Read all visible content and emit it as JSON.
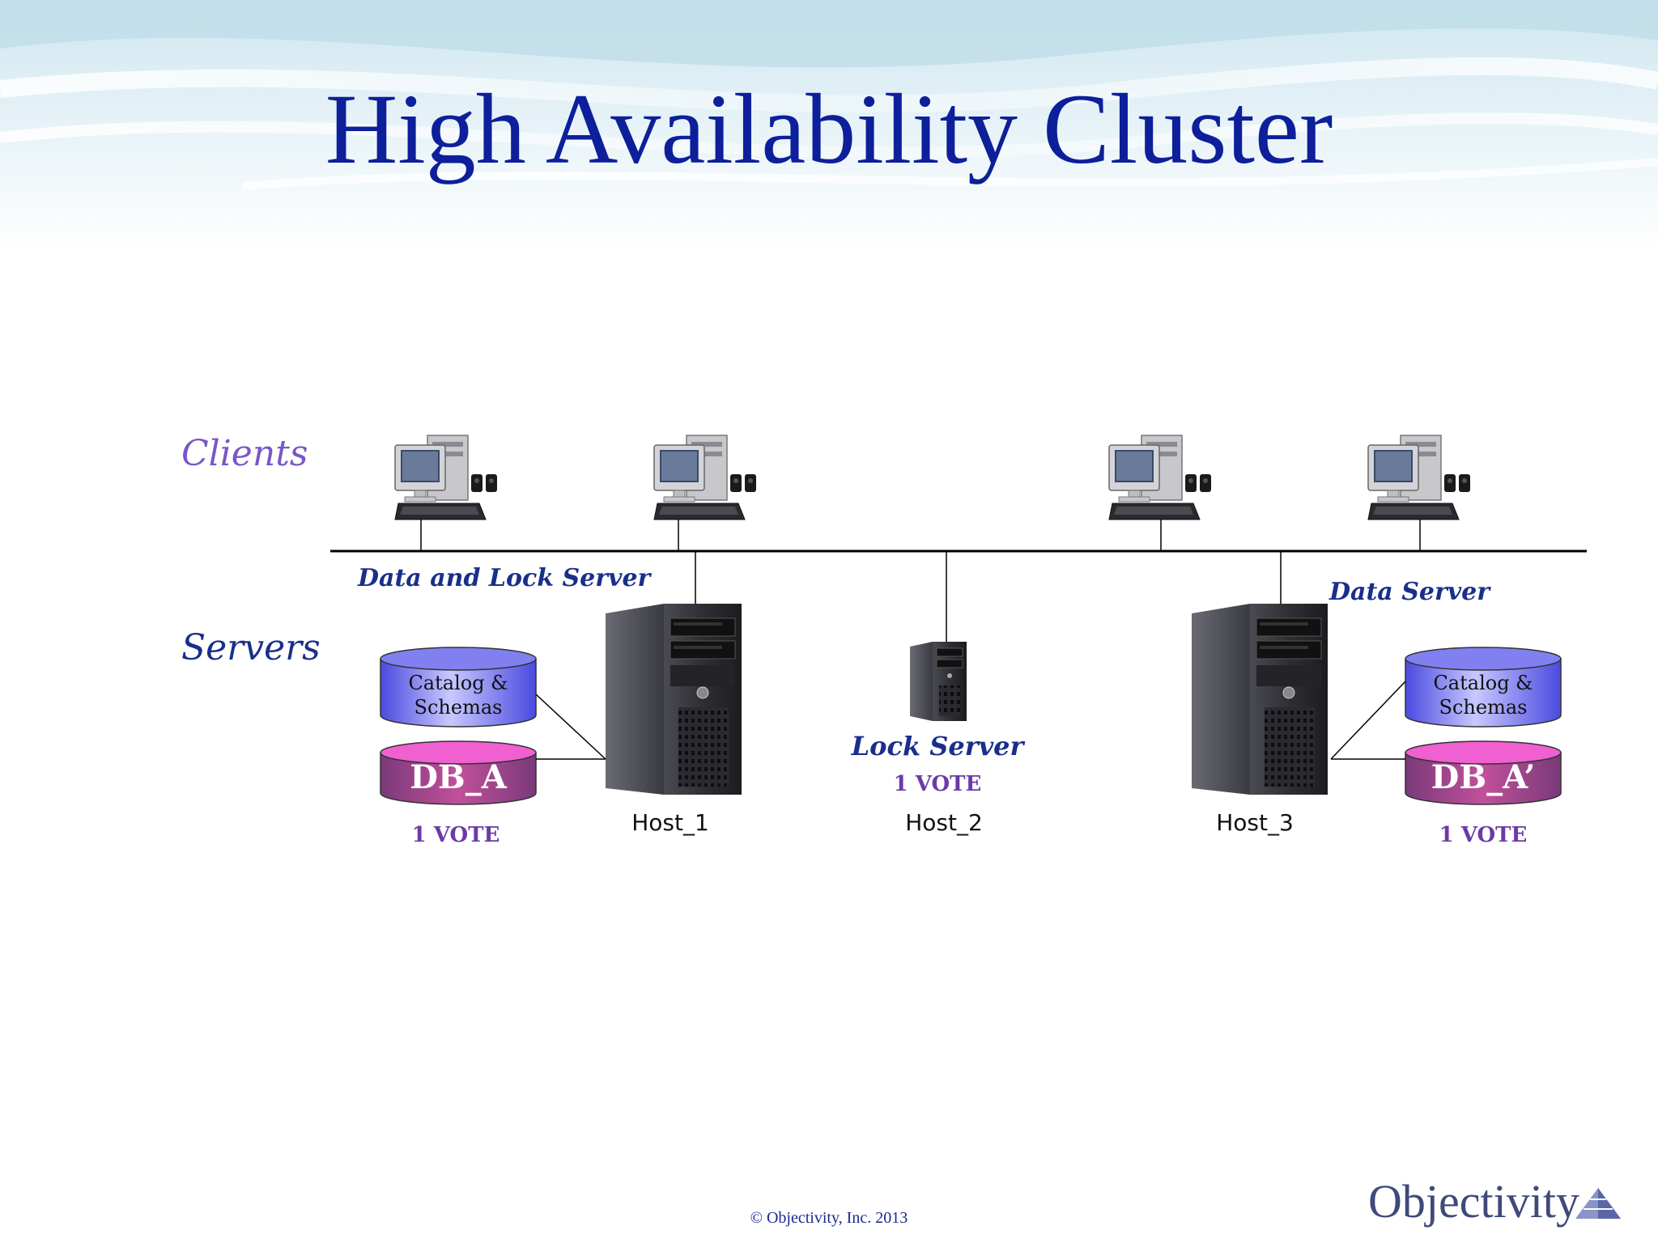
{
  "slide": {
    "title": "High Availability Cluster",
    "copyright": "© Objectivity, Inc. 2013"
  },
  "logo": {
    "text": "Objectivity",
    "color": "#3f4a7a"
  },
  "diagram": {
    "row_labels": {
      "clients": "Clients",
      "servers": "Servers"
    },
    "server_roles": {
      "host_1": "Data and Lock Server",
      "host_2": "Lock Server",
      "host_3": "Data Server"
    },
    "hosts": {
      "host_1": "Host_1",
      "host_2": "Host_2",
      "host_3": "Host_3"
    },
    "votes": {
      "left": "1 VOTE",
      "center": "1 VOTE",
      "right": "1 VOTE"
    },
    "databases": {
      "left": {
        "catalog_line1": "Catalog &",
        "catalog_line2": "Schemas",
        "db": "DB_A"
      },
      "right": {
        "catalog_line1": "Catalog &",
        "catalog_line2": "Schemas",
        "db": "DB_A’"
      }
    },
    "colors": {
      "title": "#0d1f9a",
      "role_label": "#1a2f8a",
      "clients_label": "#7a55c8",
      "vote": "#6b3aa8",
      "catalog_cylinder": "#6a6af0",
      "db_cylinder": "#e040c0"
    }
  }
}
